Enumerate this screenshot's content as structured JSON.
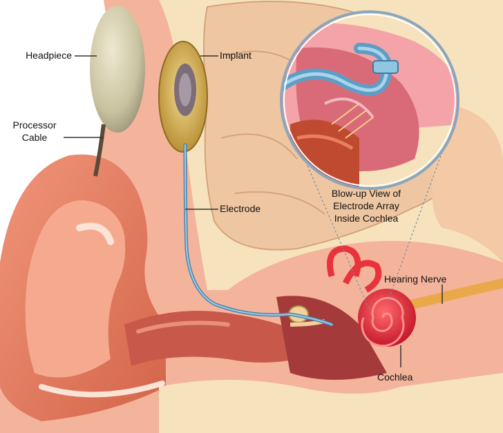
{
  "labels": {
    "headpiece": "Headpiece",
    "processor_cable_line1": "Processor",
    "processor_cable_line2": "Cable",
    "implant": "Implant",
    "electrode": "Electrode",
    "blowup_line1": "Blow-up View of",
    "blowup_line2": "Electrode Array",
    "blowup_line3": "Inside Cochlea",
    "hearing_nerve": "Hearing Nerve",
    "cochlea": "Cochlea"
  },
  "colors": {
    "skin_outer": "#e0785c",
    "skin_inner": "#f2a68c",
    "canal": "#c8584a",
    "bone": "#f6e3bd",
    "brain": "#eec7a2",
    "cochlea": "#e8323c",
    "nerve": "#e9a84a",
    "electrode": "#6fa6c8",
    "implant": "#d9b45a",
    "headpiece": "#c9c2a0",
    "leader": "#333333"
  }
}
